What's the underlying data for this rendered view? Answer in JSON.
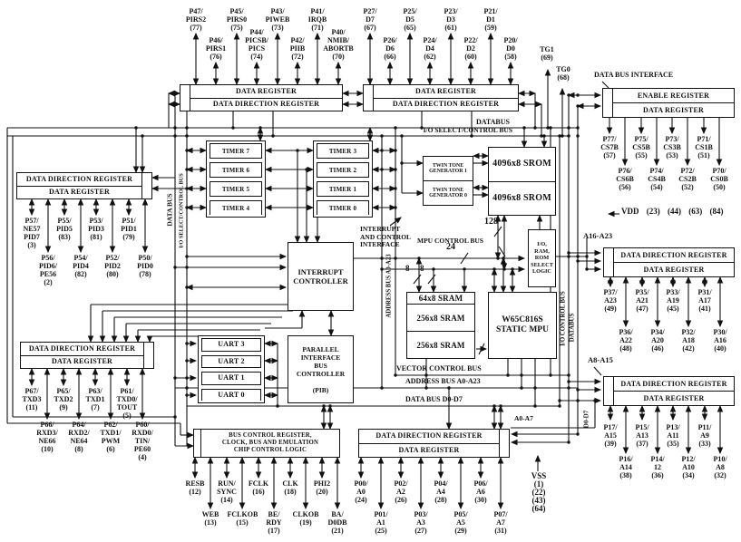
{
  "blocks": {
    "reg_p4": {
      "rows": [
        "DATA REGISTER",
        "DATA DIRECTION REGISTER"
      ]
    },
    "reg_p2": {
      "rows": [
        "DATA REGISTER",
        "DATA DIRECTION REGISTER"
      ]
    },
    "reg_cs": {
      "rows": [
        "ENABLE REGISTER",
        "DATA REGISTER"
      ]
    },
    "reg_p5": {
      "rows": [
        "DATA DIRECTION REGISTER",
        "DATA REGISTER"
      ]
    },
    "reg_p6": {
      "rows": [
        "DATA DIRECTION REGISTER",
        "DATA REGISTER"
      ]
    },
    "reg_p3": {
      "rows": [
        "DATA DIRECTION REGISTER",
        "DATA REGISTER"
      ]
    },
    "reg_p1": {
      "rows": [
        "DATA DIRECTION REGISTER",
        "DATA REGISTER"
      ]
    },
    "reg_p0": {
      "rows": [
        "DATA DIRECTION REGISTER",
        "DATA REGISTER"
      ]
    },
    "timers_high": {
      "rows": [
        "TIMER 7",
        "TIMER 6",
        "TIMER 5",
        "TIMER 4"
      ]
    },
    "timers_low": {
      "rows": [
        "TIMER 3",
        "TIMER 2",
        "TIMER 1",
        "TIMER 0"
      ]
    },
    "tone_gens": {
      "rows": [
        "TWIN TONE\nGENERATOR 1",
        "TWIN TONE\nGENERATOR 0"
      ]
    },
    "srom": {
      "rows": [
        "4096x8 SROM",
        "4096x8 SROM"
      ]
    },
    "sram": {
      "rows": [
        "64x8 SRAM",
        "256x8 SRAM",
        "256x8 SRAM"
      ]
    },
    "mpu": {
      "text": "W65C816S\nSTATIC MPU"
    },
    "int_ctrl": {
      "text": "INTERRUPT\nCONTROLLER"
    },
    "uarts": {
      "rows": [
        "UART 3",
        "UART 2",
        "UART 1",
        "UART 0"
      ]
    },
    "pib": {
      "text": "PARALLEL\nINTERFACE\nBUS\nCONTROLLER\n\n(PIB)"
    },
    "bus_ctrl": {
      "text": "BUS CONTROL REGISTER,\nCLOCK, BUS AND EMULATION\nCHIP CONTROL LOGIC"
    },
    "select_logic": {
      "text": "I/O,\nRAM,\nROM\nSELECT\nLOGIC"
    }
  },
  "labels": {
    "databus_h": "DATABUS",
    "io_select_h": "I/O SELECT/CONTROL BUS",
    "data_bus_interface": "DATA BUS INTERFACE",
    "data_bus_v": "DATA BUS",
    "io_select_v": "I/O SELECT/CONTROL BUS",
    "address_bus_v": "ADDRESS BUS A0-A23",
    "io_control_bus_v": "I/O CONTROL BUS",
    "databus_v": "DATABUS",
    "d0_d7_v": "D0-D7",
    "interrupt_interface": "INTERRUPT\nAND CONTROL\nINTERFACE",
    "mpu_control_bus": "MPU CONTROL BUS",
    "vector_control_bus": "VECTOR CONTROL BUS",
    "address_bus_h": "ADDRESS BUS A0-A23",
    "data_bus_d0d7": "DATA BUS D0-D7",
    "a0_a7": "A0-A7",
    "a8_a15": "A8-A15",
    "a16_a23": "A16-A23",
    "width_128": "128",
    "width_24": "24",
    "width_8a": "8",
    "width_8b": "8",
    "tg1": "TG1\n(69)",
    "tg0": "TG0\n(68)",
    "vdd": "VDD (23) (44) (63) (84)",
    "vss": "VSS\n(1)\n(22)\n(43)\n(64)"
  },
  "pin_groups": {
    "port4": {
      "pins": [
        [
          "P47/",
          "PIRS2",
          "(77)"
        ],
        [
          "P46/",
          "PIRS1",
          "(76)"
        ],
        [
          "P45/",
          "PIRS0",
          "(75)"
        ],
        [
          "P44/",
          "PICSB/",
          "PICS",
          "(74)"
        ],
        [
          "P43/",
          "PIWEB",
          "(73)"
        ],
        [
          "P42/",
          "PIIB",
          "(72)"
        ],
        [
          "P41/",
          "IRQB",
          "(71)"
        ],
        [
          "P40/",
          "NMIB/",
          "ABORTB",
          "(70)"
        ]
      ]
    },
    "port2": {
      "pins": [
        [
          "P27/",
          "D7",
          "(67)"
        ],
        [
          "P26/",
          "D6",
          "(66)"
        ],
        [
          "P25/",
          "D5",
          "(65)"
        ],
        [
          "P24/",
          "D4",
          "(62)"
        ],
        [
          "P23/",
          "D3",
          "(61)"
        ],
        [
          "P22/",
          "D2",
          "(60)"
        ],
        [
          "P21/",
          "D1",
          "(59)"
        ],
        [
          "P20/",
          "D0",
          "(58)"
        ]
      ]
    },
    "port7": {
      "pins": [
        [
          "P77/",
          "CS7B",
          "(57)"
        ],
        [
          "P76/",
          "CS6B",
          "(56)"
        ],
        [
          "P75/",
          "CS5B",
          "(55)"
        ],
        [
          "P74/",
          "CS4B",
          "(54)"
        ],
        [
          "P73/",
          "CS3B",
          "(53)"
        ],
        [
          "P72/",
          "CS2B",
          "(52)"
        ],
        [
          "P71/",
          "CS1B",
          "(51)"
        ],
        [
          "P70/",
          "CS0B",
          "(50)"
        ]
      ]
    },
    "port5": {
      "pins": [
        [
          "P57/",
          "NE57",
          "PID7",
          "(3)"
        ],
        [
          "P56/",
          "PID6/",
          "PE56",
          "(2)"
        ],
        [
          "P55/",
          "PID5",
          "(83)"
        ],
        [
          "P54/",
          "PID4",
          "(82)"
        ],
        [
          "P53/",
          "PID3",
          "(81)"
        ],
        [
          "P52/",
          "PID2",
          "(80)"
        ],
        [
          "P51/",
          "PID1",
          "(79)"
        ],
        [
          "P50/",
          "PID0",
          "(78)"
        ]
      ]
    },
    "port6": {
      "pins": [
        [
          "P67/",
          "TXD3",
          "(11)"
        ],
        [
          "P66/",
          "RXD3/",
          "NE66",
          "(10)"
        ],
        [
          "P65/",
          "TXD2",
          "(9)"
        ],
        [
          "P64/",
          "RXD2/",
          "NE64",
          "(8)"
        ],
        [
          "P63/",
          "TXD1",
          "(7)"
        ],
        [
          "P62/",
          "TXD1/",
          "PWM",
          "(6)"
        ],
        [
          "P61/",
          "TXD0/",
          "TOUT",
          "(5)"
        ],
        [
          "P60/",
          "RXD0/",
          "TIN/",
          "PE60",
          "(4)"
        ]
      ]
    },
    "ctrl": {
      "pins": [
        [
          "RESB",
          "(12)"
        ],
        [
          "WEB",
          "(13)"
        ],
        [
          "RUN/",
          "SYNC",
          "(14)"
        ],
        [
          "FCLKOB",
          "(15)"
        ],
        [
          "FCLK",
          "(16)"
        ],
        [
          "BE/",
          "RDY",
          "(17)"
        ],
        [
          "CLK",
          "(18)"
        ],
        [
          "CLKOB",
          "(19)"
        ],
        [
          "PHI2",
          "(20)"
        ],
        [
          "BA/",
          "D0DB",
          "(21)"
        ]
      ]
    },
    "port0": {
      "pins": [
        [
          "P00/",
          "A0",
          "(24)"
        ],
        [
          "P01/",
          "A1",
          "(25)"
        ],
        [
          "P02/",
          "A2",
          "(26)"
        ],
        [
          "P03/",
          "A3",
          "(27)"
        ],
        [
          "P04/",
          "A4",
          "(28)"
        ],
        [
          "P05/",
          "A5",
          "(29)"
        ],
        [
          "P06/",
          "A6",
          "(30)"
        ],
        [
          "P07/",
          "A7",
          "(31)"
        ]
      ]
    },
    "port3": {
      "pins": [
        [
          "P37/",
          "A23",
          "(49)"
        ],
        [
          "P36/",
          "A22",
          "(48)"
        ],
        [
          "P35/",
          "A21",
          "(47)"
        ],
        [
          "P34/",
          "A20",
          "(46)"
        ],
        [
          "P33/",
          "A19",
          "(45)"
        ],
        [
          "P32/",
          "A18",
          "(42)"
        ],
        [
          "P31/",
          "A17",
          "(41)"
        ],
        [
          "P30/",
          "A16",
          "(40)"
        ]
      ]
    },
    "port1": {
      "pins": [
        [
          "P17/",
          "A15",
          "(39)"
        ],
        [
          "P16/",
          "A14",
          "(38)"
        ],
        [
          "P15/",
          "A13",
          "(37)"
        ],
        [
          "P14/",
          "12",
          "(36)"
        ],
        [
          "P13/",
          "A11",
          "(35)"
        ],
        [
          "P12/",
          "A10",
          "(34)"
        ],
        [
          "P11/",
          "A9",
          "(33)"
        ],
        [
          "P10/",
          "A8",
          "(32)"
        ]
      ]
    }
  }
}
